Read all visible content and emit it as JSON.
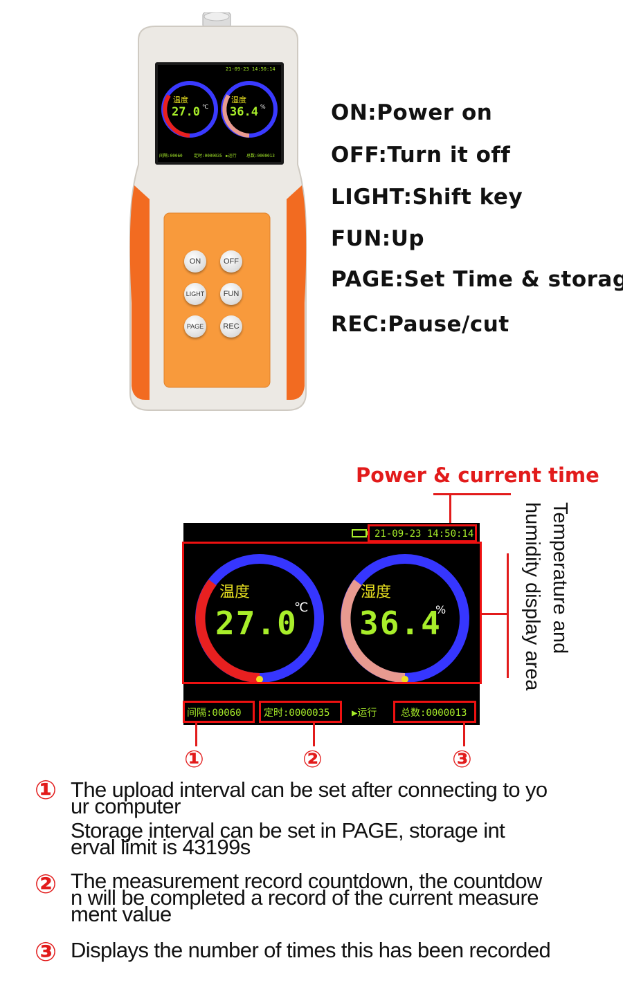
{
  "device": {
    "screen": {
      "datetime": "21-09-23 14:50:14",
      "temp_label": "温度",
      "temp_value": "27.0",
      "temp_unit": "℃",
      "hum_label": "湿度",
      "hum_value": "36.4",
      "hum_unit": "%",
      "interval": "间隔:00060",
      "timer": "定时:0000035",
      "run": "▶运行",
      "total": "总数:0000013"
    },
    "buttons": [
      {
        "label": "ON"
      },
      {
        "label": "OFF"
      },
      {
        "label": "LIGHT"
      },
      {
        "label": "FUN"
      },
      {
        "label": "PAGE"
      },
      {
        "label": "REC"
      }
    ]
  },
  "key_descriptions": [
    "ON:Power on",
    "OFF:Turn it off",
    "LIGHT:Shift key",
    "FUN:Up",
    "PAGE:Set Time & storage",
    "REC:Pause/cut"
  ],
  "big_screen": {
    "datetime": "21-09-23 14:50:14",
    "temp_label": "温度",
    "temp_value": "27.0",
    "temp_unit": "℃",
    "hum_label": "湿度",
    "hum_value": "36.4",
    "hum_unit": "%",
    "interval": "间隔:00060",
    "timer": "定时:0000035",
    "run": "▶运行",
    "total": "总数:0000013"
  },
  "callouts": {
    "power_time": "Power & current time",
    "display_area_line1": "Temperature and",
    "display_area_line2": "humidity display area",
    "markers": [
      "①",
      "②",
      "③"
    ]
  },
  "notes": {
    "note1_marker": "①",
    "note1_l1": "The upload interval can be set after connecting to yo",
    "note1_l2": "ur computer",
    "note1_l3": "Storage interval can be set in PAGE, storage int",
    "note1_l4": "erval limit is 43199s",
    "note2_marker": "②",
    "note2_l1": "The measurement record countdown, the countdow",
    "note2_l2": "n will be completed a record of the current measure",
    "note2_l3": "ment value",
    "note3_marker": "③",
    "note3_l1": "Displays the number of times this has been recorded"
  },
  "colors": {
    "accent_red": "#e21b1b",
    "device_orange": "#f7941d",
    "lcd_green": "#a8ee2a",
    "ring_blue": "#3a3aff",
    "ring_red": "#e82020",
    "ring_pink": "#e89a90"
  }
}
